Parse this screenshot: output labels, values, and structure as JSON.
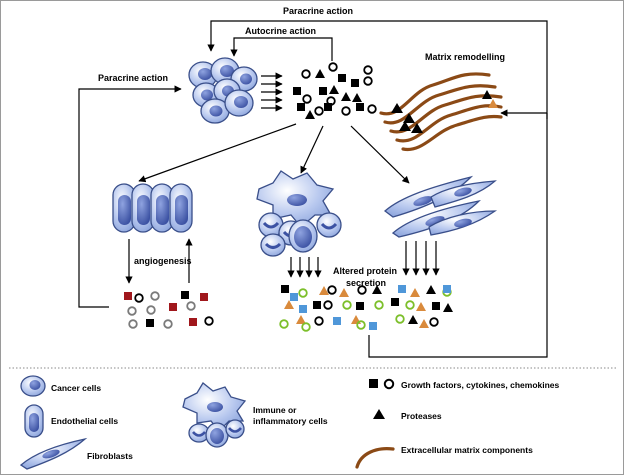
{
  "labels": {
    "paracrine_top": "Paracrine action",
    "autocrine": "Autocrine action",
    "paracrine_left": "Paracrine action",
    "matrix": "Matrix remodelling",
    "angiogenesis": "angiogenesis",
    "altered_1": "Altered protein",
    "altered_2": "secretion"
  },
  "legend": {
    "cancer": "Cancer cells",
    "endothelial": "Endothelial cells",
    "fibroblasts": "Fibroblasts",
    "immune_1": "Immune or",
    "immune_2": "inflammatory cells",
    "growth": "Growth factors, cytokines, chemokines",
    "proteases": "Proteases",
    "ecm": "Extracellular matrix components"
  },
  "colors": {
    "cell_fill": "#9db4e6",
    "cell_stroke": "#3a4f8a",
    "nucleus": "#4a62b0",
    "red_square": "#a0171c",
    "blue_square": "#4f97d9",
    "orange_triangle": "#d98a3c",
    "green_circle": "#7cbf2a",
    "ecm_brown": "#8b4a16"
  }
}
